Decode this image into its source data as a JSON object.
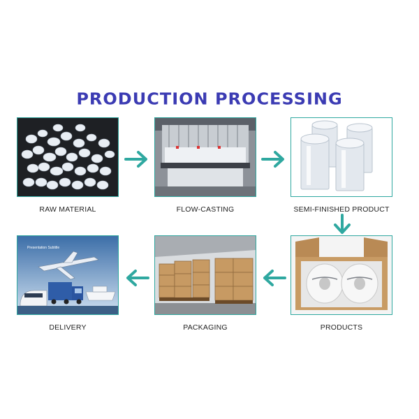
{
  "title": "PRODUCTION PROCESSING",
  "arrow_color": "#2fa8a0",
  "title_color": "#3b3bb3",
  "steps": [
    {
      "label": "RAW MATERIAL",
      "image": "plastic-pellets"
    },
    {
      "label": "FLOW-CASTING",
      "image": "casting-machine"
    },
    {
      "label": "SEMI-FINISHED PRODUCT",
      "image": "film-rolls"
    },
    {
      "label": "PRODUCTS",
      "image": "boxed-rolls"
    },
    {
      "label": "PACKAGING",
      "image": "warehouse-boxes"
    },
    {
      "label": "DELIVERY",
      "image": "transport-vehicles",
      "caption": "Presentation Subtitle"
    }
  ]
}
